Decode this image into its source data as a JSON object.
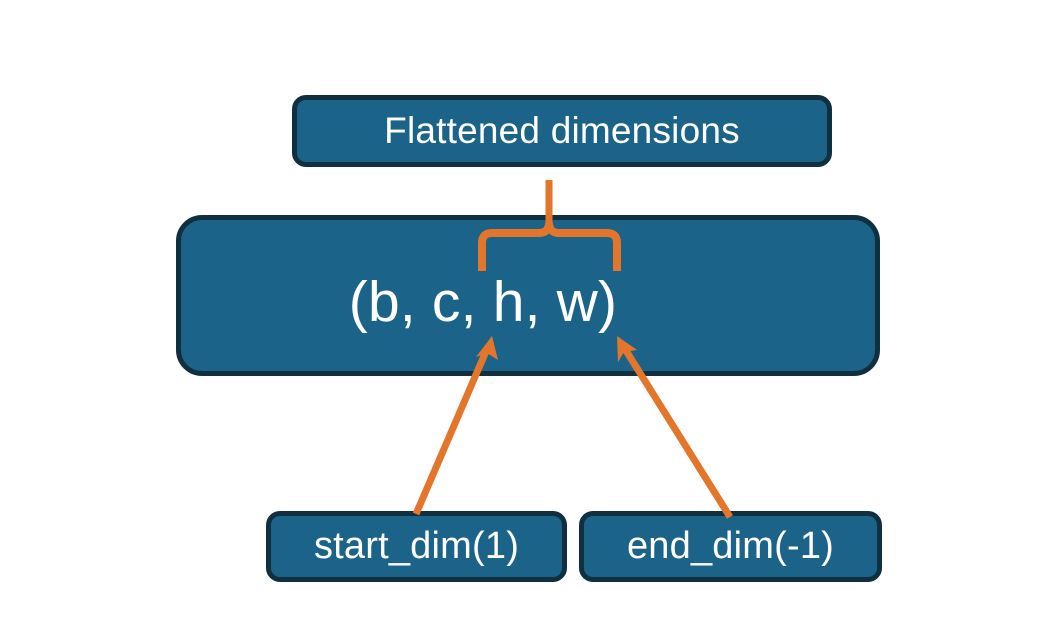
{
  "diagram": {
    "title_node": {
      "label": "Flattened dimensions"
    },
    "shape_node": {
      "label": "(b, c, h, w)"
    },
    "start_node": {
      "label": "start_dim(1)"
    },
    "end_node": {
      "label": "end_dim(-1)"
    },
    "colors": {
      "node_fill": "#1c6389",
      "node_border": "#10303f",
      "node_text": "#ffffff",
      "arrow": "#e3762a",
      "background": "#ffffff"
    },
    "annotations": {
      "brace": "curly-brace-spanning-c-h-w",
      "arrow_left": "arrow-from-start-dim-to-c",
      "arrow_right": "arrow-from-end-dim-to-w"
    }
  }
}
